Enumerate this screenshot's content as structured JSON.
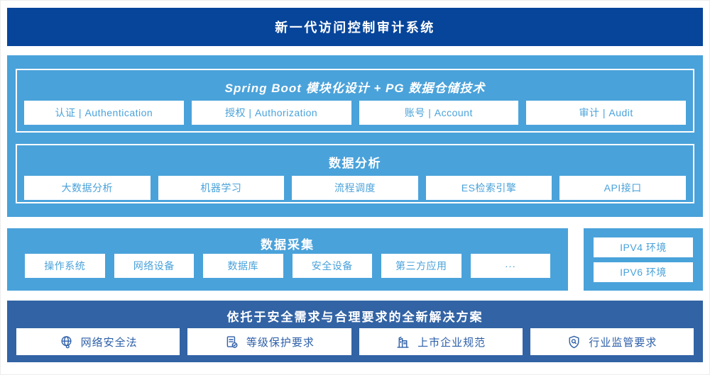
{
  "banner": {
    "title": "新一代访问控制审计系统"
  },
  "platform": {
    "spring": {
      "title": "Spring Boot 模块化设计 + PG 数据仓储技术",
      "modules": [
        "认证 | Authentication",
        "授权 | Authorization",
        "账号 | Account",
        "审计 | Audit"
      ]
    },
    "analysis": {
      "title": "数据分析",
      "modules": [
        "大数据分析",
        "机器学习",
        "流程调度",
        "ES检索引擎",
        "API接口"
      ]
    }
  },
  "collection": {
    "title": "数据采集",
    "sources": [
      "操作系统",
      "网络设备",
      "数据库",
      "安全设备",
      "第三方应用",
      "···"
    ],
    "environments": [
      "IPV4 环境",
      "IPV6 环境"
    ]
  },
  "solution": {
    "title": "依托于安全需求与合理要求的全新解决方案",
    "items": [
      {
        "icon": "globe-icon",
        "label": "网络安全法"
      },
      {
        "icon": "document-check-icon",
        "label": "等级保护要求"
      },
      {
        "icon": "building-icon",
        "label": "上市企业规范"
      },
      {
        "icon": "shield-search-icon",
        "label": "行业监管要求"
      }
    ]
  },
  "colors": {
    "banner_blue": "#07459a",
    "panel_light_blue": "#4aa2da",
    "solution_blue": "#3263a4",
    "chip_text_light": "#4aa2da",
    "chip_text_dark": "#2d5fa8",
    "chip_background": "#ffffff"
  }
}
